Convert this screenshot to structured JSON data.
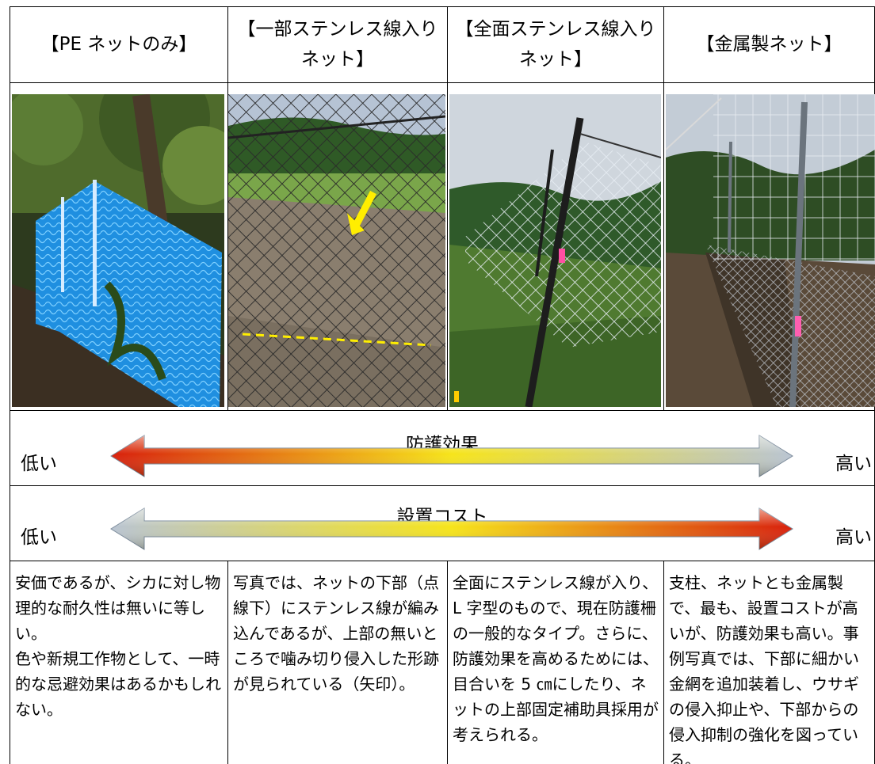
{
  "columns": [
    {
      "header": "【PE ネットのみ】",
      "photo": "blue-pe-net-in-forest",
      "description": "安価であるが、シカに対し物理的な耐久性は無いに等しい。\n色や新規工作物として、一時的な忌避効果はあるかもしれない。"
    },
    {
      "header": "【一部ステンレス線入り\nネット】",
      "photo": "partial-stainless-net-with-intrusion",
      "description": "写真では、ネットの下部（点線下）にステンレス線が編み込んであるが、上部の無いところで噛み切り侵入した形跡が見られている（矢印）。"
    },
    {
      "header": "【全面ステンレス線入り\nネット】",
      "photo": "full-stainless-net-on-slope",
      "description": "全面にステンレス線が入り、L 字型のもので、現在防護柵の一般的なタイプ。さらに、防護効果を高めるためには、目合いを 5 ㎝にしたり、ネットの上部固定補助具採用が考えられる。"
    },
    {
      "header": "【金属製ネット】",
      "photo": "metal-net-fence",
      "description": "支柱、ネットとも金属製で、最も、設置コストが高いが、防護効果も高い。事例写真では、下部に細かい金網を追加装着し、ウサギの侵入抑止や、下部からの侵入抑制の強化を図っている。"
    }
  ],
  "scales": [
    {
      "title": "防護効果",
      "low": "低い",
      "high": "高い",
      "direction": "red-to-silver"
    },
    {
      "title": "設置コスト",
      "low": "低い",
      "high": "高い",
      "direction": "silver-to-red"
    }
  ],
  "colors": {
    "net_blue": "#1f8fe0",
    "arrow_red": "#d8200c",
    "arrow_yellow": "#f6e41a",
    "arrow_silver": "#b9c4d2",
    "annotation_yellow": "#ffee00"
  }
}
